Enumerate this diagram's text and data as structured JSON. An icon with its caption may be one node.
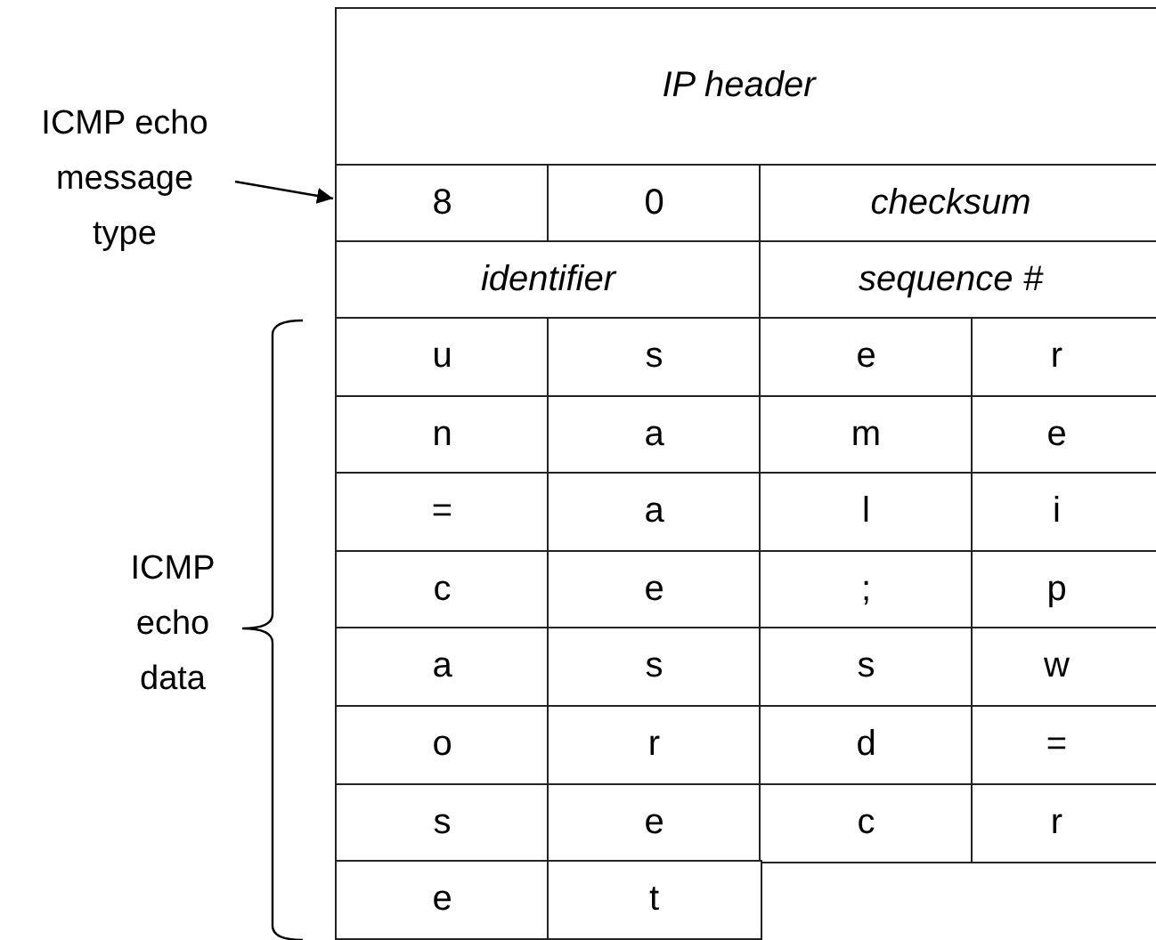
{
  "diagram": {
    "nodes": [
      {
        "text": [
          "ICMP echo message type"
        ]
      },
      {
        "text": [
          "IP header"
        ]
      },
      {
        "text": [
          "8"
        ]
      },
      {
        "text": [
          "0"
        ]
      },
      {
        "text": [
          "checksum"
        ]
      },
      {
        "text": [
          "identifier"
        ]
      },
      {
        "text": [
          "sequence #"
        ]
      },
      {
        "text": [
          "u"
        ]
      },
      {
        "text": [
          "s"
        ]
      },
      {
        "text": [
          "e"
        ]
      },
      {
        "text": [
          "r"
        ]
      },
      {
        "text": [
          "n"
        ]
      },
      {
        "text": [
          "a"
        ]
      },
      {
        "text": [
          "m"
        ]
      },
      {
        "text": [
          "e"
        ]
      },
      {
        "text": [
          "="
        ]
      },
      {
        "text": [
          "a"
        ]
      },
      {
        "text": [
          "l"
        ]
      },
      {
        "text": [
          "i"
        ]
      },
      {
        "text": [
          "c"
        ]
      },
      {
        "text": [
          "e"
        ]
      },
      {
        "text": [
          ";"
        ]
      },
      {
        "text": [
          "p"
        ]
      },
      {
        "text": [
          "a"
        ]
      },
      {
        "text": [
          "s"
        ]
      },
      {
        "text": [
          "s"
        ]
      },
      {
        "text": [
          "w"
        ]
      },
      {
        "text": [
          "o"
        ]
      },
      {
        "text": [
          "r"
        ]
      },
      {
        "text": [
          "d"
        ]
      },
      {
        "text": [
          "="
        ]
      },
      {
        "text": [
          "s"
        ]
      },
      {
        "text": [
          "e"
        ]
      },
      {
        "text": [
          "c"
        ]
      },
      {
        "text": [
          "r"
        ]
      },
      {
        "text": [
          "e"
        ]
      },
      {
        "text": [
          "t"
        ]
      }
    ],
    "edges": [
      {
        "from": 0,
        "to": 2,
        "arrow": "to"
      }
    ],
    "labels": [
      "ICMP echo data"
    ]
  }
}
